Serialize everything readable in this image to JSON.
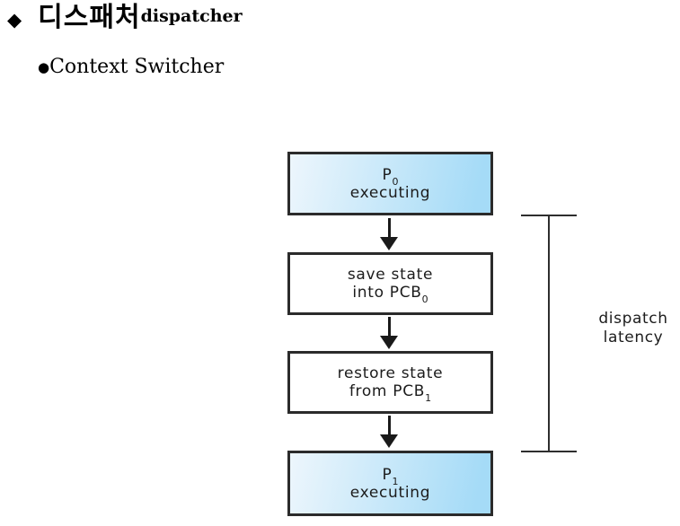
{
  "title": {
    "marker": "◆",
    "text": "디스패처",
    "superscript": "dispatcher"
  },
  "subtitle": {
    "marker": "●",
    "text": "Context Switcher"
  },
  "diagram": {
    "boxes": [
      {
        "name": "p0-executing",
        "line1_main": "P",
        "line1_sub": "0",
        "line2_main": "executing",
        "line2_sub": "",
        "fill": "gradient"
      },
      {
        "name": "save-state",
        "line1_main": "save state",
        "line1_sub": "",
        "line2_main": "into PCB",
        "line2_sub": "0",
        "fill": "white"
      },
      {
        "name": "restore-state",
        "line1_main": "restore state",
        "line1_sub": "",
        "line2_main": "from PCB",
        "line2_sub": "1",
        "fill": "white"
      },
      {
        "name": "p1-executing",
        "line1_main": "P",
        "line1_sub": "1",
        "line2_main": "executing",
        "line2_sub": "",
        "fill": "gradient"
      }
    ],
    "bracket_label": {
      "line1": "dispatch",
      "line2": "latency"
    },
    "colors": {
      "box_gradient_start": "#edf6fc",
      "box_gradient_end": "#a5dbf7",
      "box_border": "#2b2b2b",
      "arrow": "#1a1a1a",
      "bracket": "#2e2e2e",
      "text": "#1c1c1c"
    }
  }
}
